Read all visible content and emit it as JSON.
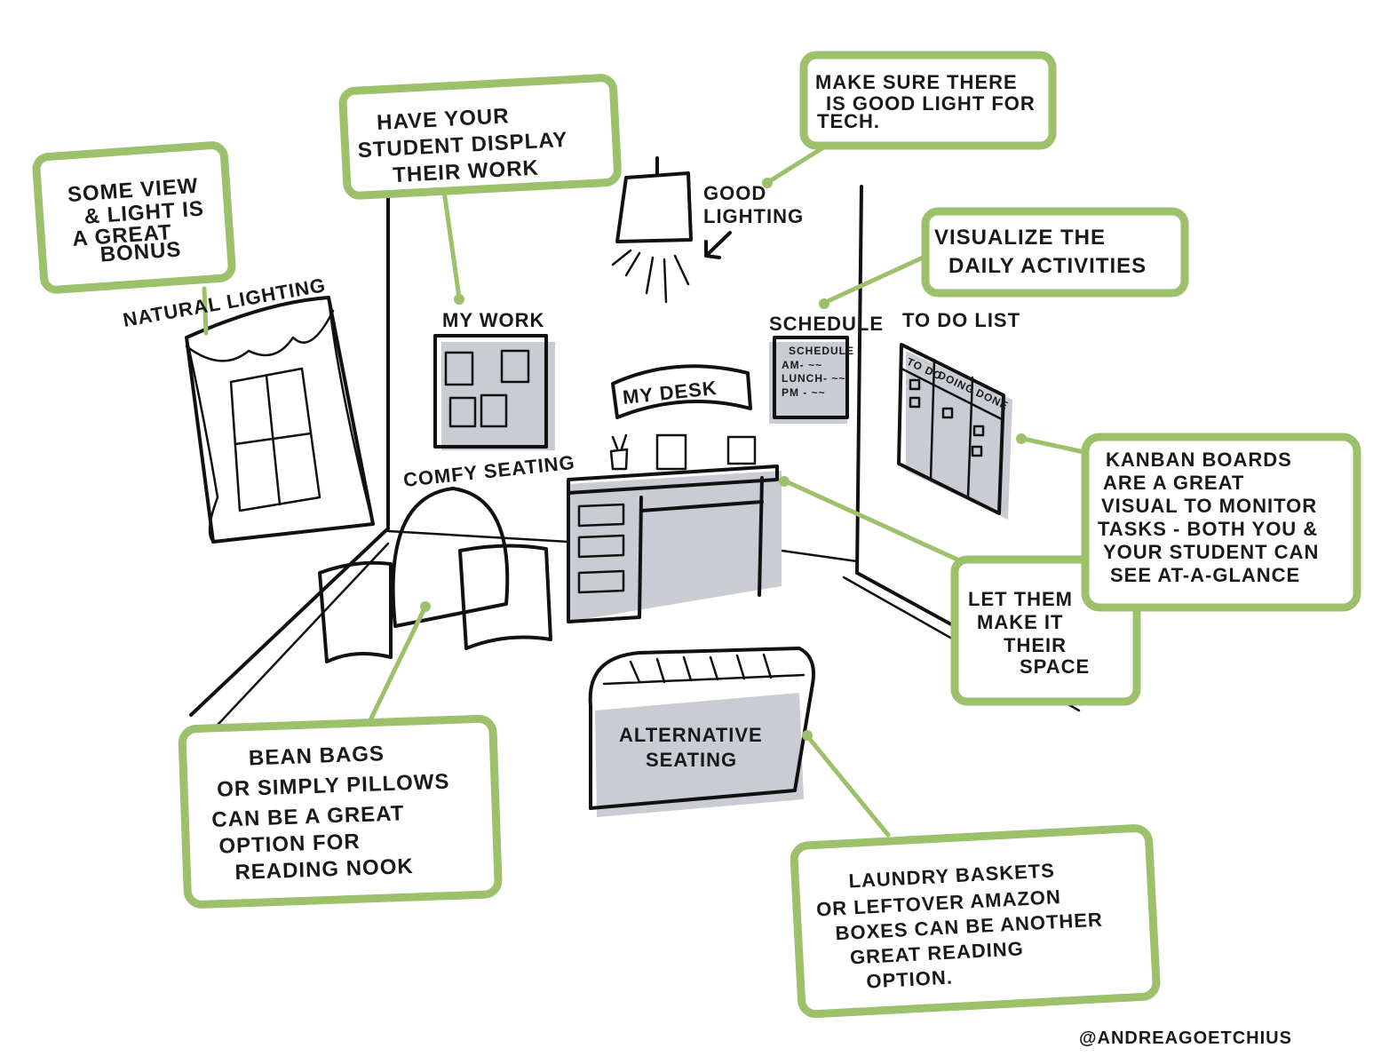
{
  "colors": {
    "callout_border": "#9dc06a",
    "ink": "#111111",
    "shadow": "#c9ccd2"
  },
  "callouts": {
    "view": [
      "SOME VIEW",
      "& LIGHT IS",
      "A GREAT",
      "BONUS"
    ],
    "display": [
      "HAVE YOUR",
      "STUDENT DISPLAY",
      "THEIR WORK"
    ],
    "tech_light": [
      "MAKE SURE THERE",
      "IS GOOD LIGHT FOR",
      "TECH."
    ],
    "visualize": [
      "VISUALIZE THE",
      "DAILY ACTIVITIES"
    ],
    "kanban": [
      "KANBAN BOARDS",
      "ARE A GREAT",
      "VISUAL TO MONITOR",
      "TASKS - BOTH YOU &",
      "YOUR STUDENT CAN",
      "SEE AT-A-GLANCE"
    ],
    "space": [
      "LET THEM",
      "MAKE IT",
      "THEIR",
      "SPACE"
    ],
    "bean_bags": [
      "BEAN BAGS",
      "OR SIMPLY PILLOWS",
      "CAN BE A GREAT",
      "OPTION FOR",
      "READING NOOK"
    ],
    "laundry": [
      "LAUNDRY BASKETS",
      "OR LEFTOVER AMAZON",
      "BOXES CAN BE ANOTHER",
      "GREAT READING",
      "OPTION."
    ]
  },
  "labels": {
    "natural_lighting": "NATURAL LIGHTING",
    "my_work": "MY WORK",
    "comfy_seating": "COMFY SEATING",
    "good_lighting": [
      "GOOD",
      "LIGHTING"
    ],
    "schedule": "SCHEDULE",
    "my_desk": "MY DESK",
    "to_do_list": "TO DO LIST",
    "alternative_seating": [
      "ALTERNATIVE",
      "SEATING"
    ]
  },
  "schedule_board": {
    "title": "SCHEDULE",
    "rows": [
      "AM- ~~",
      "LUNCH- ~~",
      "PM - ~~"
    ]
  },
  "kanban_board": {
    "columns": [
      "TO DO",
      "DOING",
      "DONE"
    ]
  },
  "signature": "@ANDREAGOETCHIUS"
}
